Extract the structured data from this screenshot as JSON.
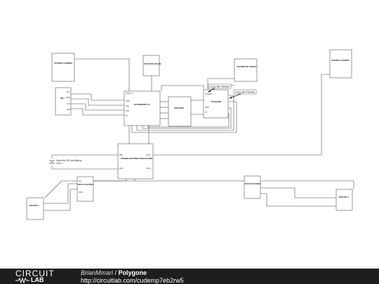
{
  "blocks": {
    "stereo_left": "STEREO CAMERA",
    "stereo_right": "STEREO CAMERA",
    "imu": "IMU",
    "rpi": "RASPBERRY PI",
    "ssd": "SSD 256G RILEN",
    "arduino": "ARDUINO",
    "telemetry": "TELEMETRY RADIO",
    "pixhawk": "PIXHAWK",
    "power": "POWER DISTRIBUTION BOARD",
    "esc_left": "MAXX ESC/BEC",
    "esc_right": "MAXX ESC/BEC",
    "motor1": "MOTOR 1",
    "motor2": "MOTOR 2"
  },
  "labels": {
    "crazy1": "Crazy with Pixhawk",
    "crazy2": "Crazy with Pixhawk",
    "battery_line1": "Gens Ace 5S Lipo Battery",
    "battery_line2": "18.5 V"
  },
  "pins": {
    "rpi_usb": "USB_3.0",
    "rpi_gnd": "GND",
    "rpi_scl": "SCL",
    "rpi_sda": "SDA",
    "rpi_5v": "5V",
    "imu_vcc": "VCC",
    "imu_gnd": "GND",
    "imu_scl": "SCL",
    "imu_sda": "SDA",
    "pixhawk_telem": "TELEM1",
    "pixhawk_gnd": "GND",
    "pixhawk_5v": "5V",
    "pdb_bat_neg": "BAT -",
    "pdb_bat_pos": "BAT +",
    "pdb_out1": "OUT1",
    "pdb_out2": "OUT2",
    "esc_in": "IN+",
    "esc_gnd": "GND"
  },
  "footer": {
    "logo_top": "CIRCUIT",
    "logo_bottom": "LAB",
    "author": "BrianMmari",
    "separator": " / ",
    "title": "Polygone",
    "url": "http://circuitlab.com/cudemp7eb2rw5"
  }
}
